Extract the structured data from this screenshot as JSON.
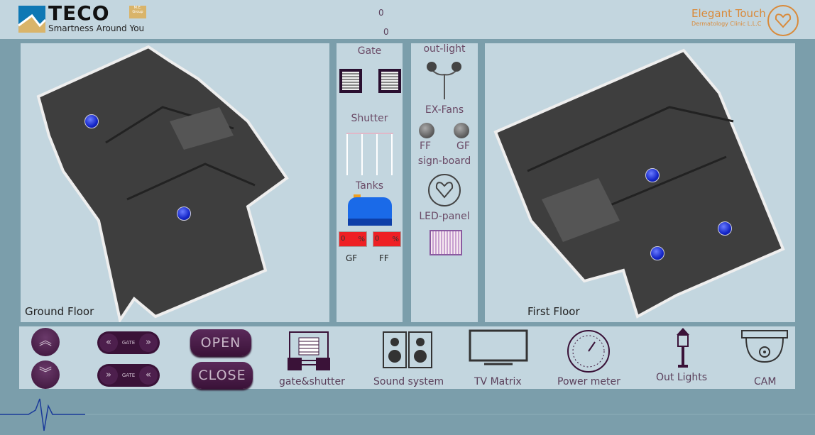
{
  "header": {
    "logo_left": {
      "brand": "TECO",
      "group": "M.E. Group",
      "tagline": "Smartness Around You"
    },
    "counter1": "0",
    "counter2": "0",
    "logo_right": {
      "name": "Elegant Touch",
      "sub": "Dermatology Clinic L.L.C"
    }
  },
  "floors": {
    "ground": "Ground Floor",
    "first": "First Floor"
  },
  "controls": {
    "gate": "Gate",
    "shutter": "Shutter",
    "tanks": "Tanks",
    "tank_gf_value": "0",
    "tank_ff_value": "0",
    "percent": "%",
    "tank_gf": "GF",
    "tank_ff": "FF",
    "out_light": "out-light",
    "ex_fans": "EX-Fans",
    "fan_ff": "FF",
    "fan_gf": "GF",
    "sign_board": "sign-board",
    "led_panel": "LED-panel"
  },
  "bottom": {
    "gate_label": "GATE",
    "open": "OPEN",
    "close": "CLOSE",
    "items": [
      "gate&shutter",
      "Sound system",
      "TV Matrix",
      "Power meter",
      "Out Lights",
      "CAM"
    ]
  },
  "colors": {
    "accent": "#3a1238",
    "panel": "#c3d6df",
    "tank_alarm": "#ee2024",
    "brand_orange": "#d98a3a"
  }
}
